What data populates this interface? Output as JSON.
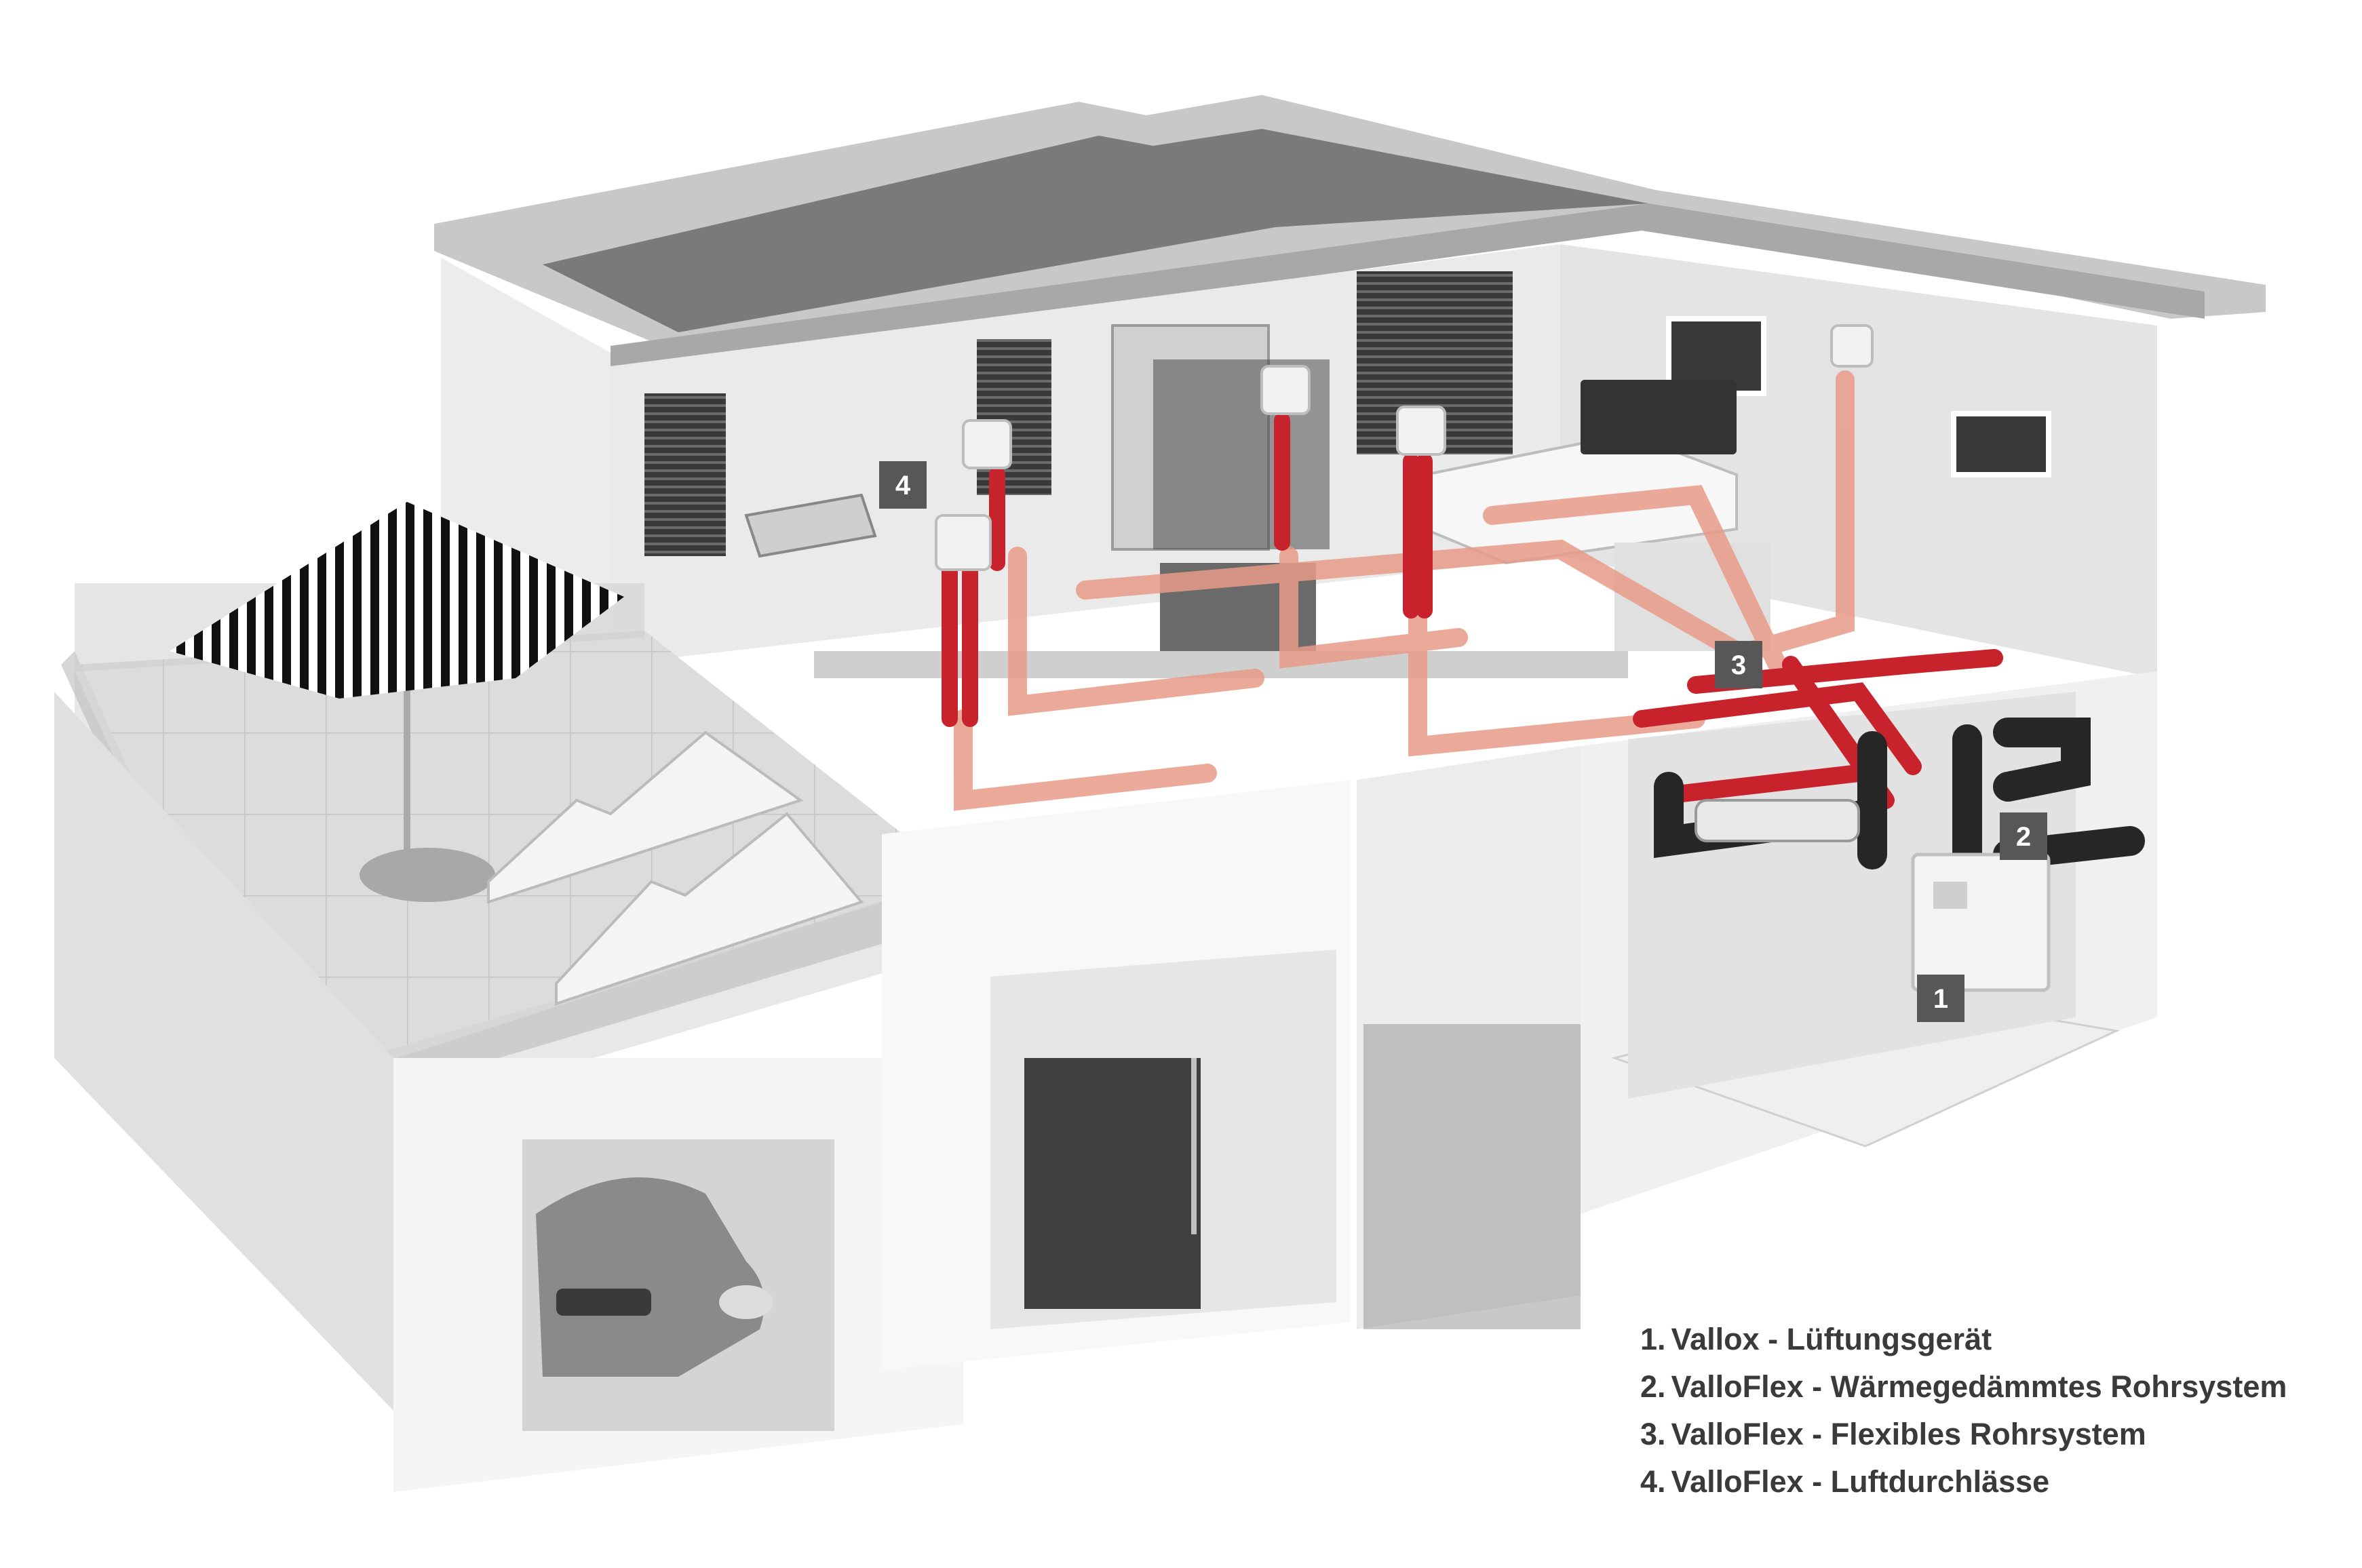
{
  "colors": {
    "background": "#ffffff",
    "wall": "#f2f2f2",
    "wall_shadow": "#d9d9d9",
    "wall_dark": "#8a8a8a",
    "roof": "#7a7a7a",
    "roof_edge": "#c8c8c8",
    "floor": "#c9c9c9",
    "duct_red": "#c8232c",
    "duct_pink": "#e89b88",
    "duct_insulated": "#262626",
    "marker_bg": "#575757",
    "marker_text": "#ffffff",
    "legend_text": "#3a3a3a"
  },
  "markers": [
    {
      "id": "1",
      "label": "1"
    },
    {
      "id": "2",
      "label": "2"
    },
    {
      "id": "3",
      "label": "3"
    },
    {
      "id": "4",
      "label": "4"
    }
  ],
  "legend": [
    {
      "number": "1.",
      "text": "Vallox - Lüftungsgerät"
    },
    {
      "number": "2.",
      "text": "ValloFlex - Wärmegedämmtes Rohrsystem"
    },
    {
      "number": "3.",
      "text": "ValloFlex - Flexibles Rohrsystem"
    },
    {
      "number": "4.",
      "text": "ValloFlex - Luftdurchlässe"
    }
  ]
}
